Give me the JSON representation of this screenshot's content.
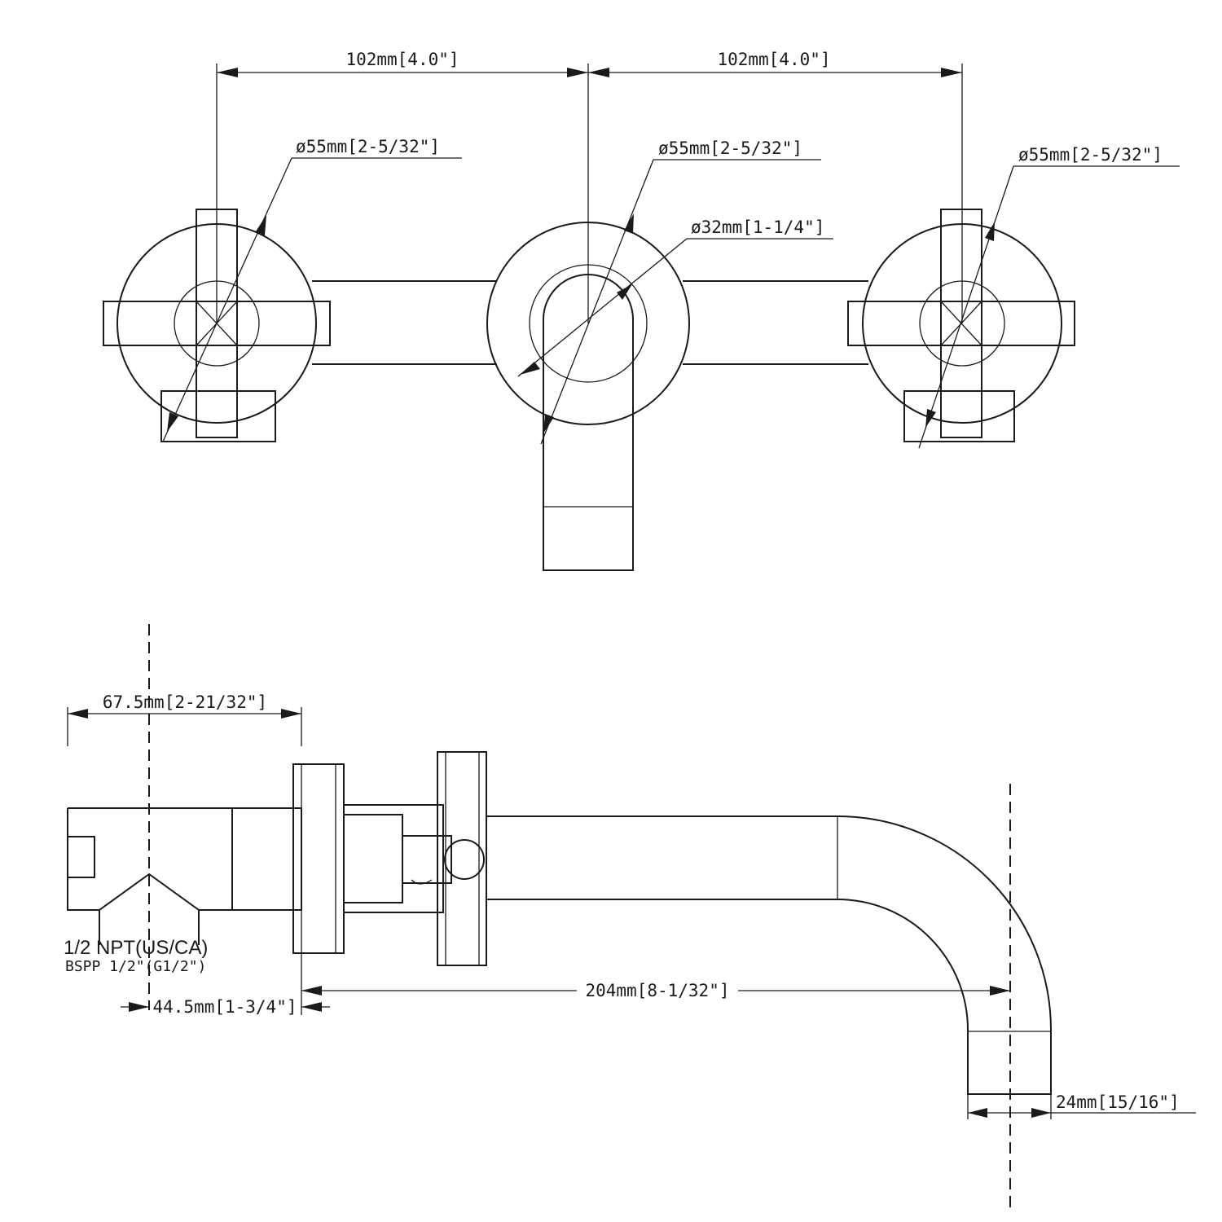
{
  "front_view": {
    "center_to_center_left": "102mm[4.0\"]",
    "center_to_center_right": "102mm[4.0\"]",
    "left_handle_escutcheon_diameter": "ø55mm[2-5/32\"]",
    "spout_escutcheon_diameter": "ø55mm[2-5/32\"]",
    "right_handle_escutcheon_diameter": "ø55mm[2-5/32\"]",
    "spout_diameter": "ø32mm[1-1/4\"]"
  },
  "side_view": {
    "rough_in_depth": "67.5mm[2-21/32\"]",
    "connection_standard": "1/2 NPT(US/CA)",
    "connection_alt": "BSPP 1/2\"(G1/2\")",
    "inlet_offset": "44.5mm[1-3/4\"]",
    "spout_reach": "204mm[8-1/32\"]",
    "spout_outlet_width": "24mm[15/16\"]"
  }
}
